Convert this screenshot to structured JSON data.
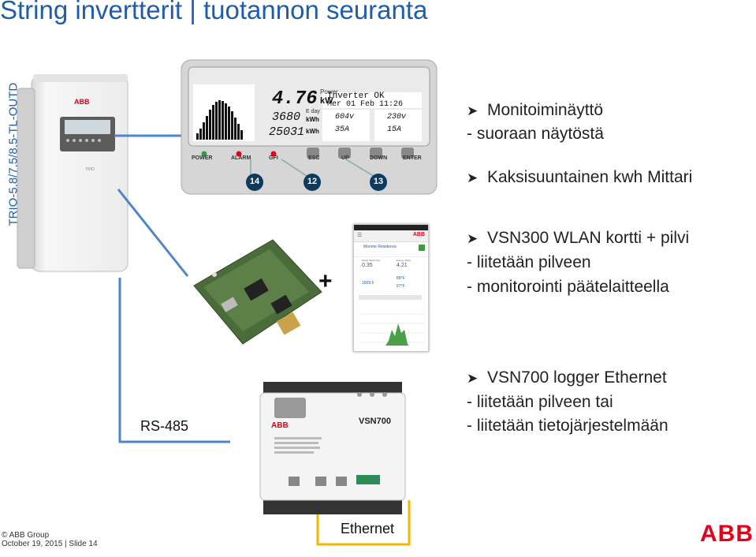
{
  "title": "String invertterit | tuotannon seuranta",
  "model_label": "TRIO-5.8/7.5/8.5-TL-OUTD",
  "bullets": [
    {
      "head": "Monitoiminäyttö",
      "lines": [
        "- suoraan näytöstä"
      ]
    },
    {
      "head": "Kaksisuuntainen kwh Mittari",
      "lines": []
    },
    {
      "head": "VSN300 WLAN kortti + pilvi",
      "lines": [
        "-   liitetään pilveen",
        "-   monitorointi päätelaitteella"
      ]
    },
    {
      "head": "VSN700 logger Ethernet",
      "lines": [
        "-   liitetään pilveen tai",
        "-   liitetään tietojärjestelmään"
      ]
    }
  ],
  "display": {
    "power_value": "4.76",
    "power_unit": "kW",
    "power_label": "Power",
    "eday_value": "3680",
    "eday_unit": "kWh",
    "eday_label": "E day",
    "etot_value": "25031",
    "etot_unit": "kWh",
    "status_line1": "Inverter OK",
    "status_line2": "Mer 01 Feb 11:26",
    "dc_v": "604v",
    "ac_v": "230v",
    "dc_a": "35A",
    "ac_a": "15A",
    "buttons": [
      "POWER",
      "ALARM",
      "GFI",
      "ESC",
      "UP",
      "DOWN",
      "ENTER"
    ],
    "callouts": [
      "14",
      "12",
      "13"
    ]
  },
  "plus_sign": "+",
  "app": {
    "site_name": "Morone Residence",
    "kpi1_label": "Power Right Now",
    "kpi1_value": "0.35",
    "kpi2_label": "Energy Today",
    "kpi2_value": "4.21",
    "kpi3_value": "1609.5",
    "kpi4_value": "89°F",
    "kpi5_value": "67°F"
  },
  "rs485_label": "RS-485",
  "ethernet_label": "Ethernet",
  "vsn700_brand": "ABB",
  "vsn700_label": "VSN700",
  "footer": {
    "line1": "© ABB Group",
    "line2": "October 19, 2015 | Slide 14"
  },
  "logo_text": "ABB",
  "colors": {
    "title": "#1F5DA8",
    "connector_blue": "#4F86C6",
    "connector_yellow": "#F2B500",
    "abb_red": "#E2001A"
  }
}
